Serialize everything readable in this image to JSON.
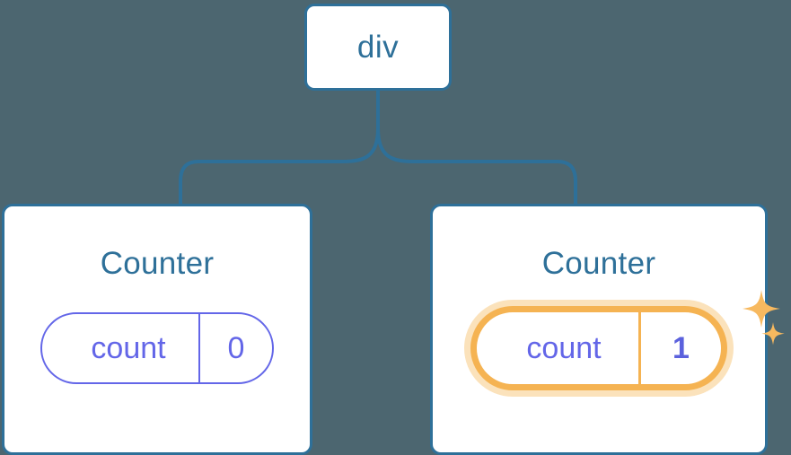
{
  "diagram": {
    "type": "component-tree",
    "background_color": "#4c6670",
    "accent_blue": "#2e7099",
    "accent_indigo": "#6366e8",
    "highlight_orange": "#f5b352",
    "highlight_orange_soft": "#fbe2bb"
  },
  "root": {
    "label": "div"
  },
  "children": [
    {
      "title": "Counter",
      "state": {
        "key": "count",
        "value": "0"
      },
      "highlighted": false
    },
    {
      "title": "Counter",
      "state": {
        "key": "count",
        "value": "1"
      },
      "highlighted": true,
      "sparkle_icons": [
        "sparkle-large",
        "sparkle-small"
      ]
    }
  ]
}
